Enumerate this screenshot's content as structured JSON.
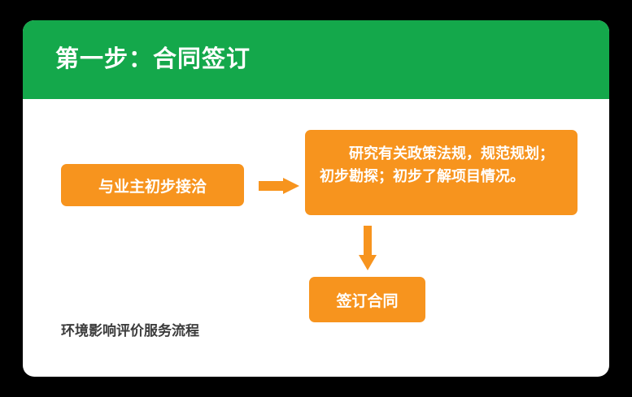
{
  "slide": {
    "header": {
      "title": "第一步：合同签订",
      "background_color": "#14a84b"
    },
    "accent_color": "#f7941e",
    "nodes": [
      {
        "id": "contact",
        "label": "与业主初步接洽"
      },
      {
        "id": "research",
        "label": "研究有关政策法规，规范规划；初步勘探；初步了解项目情况。"
      },
      {
        "id": "sign",
        "label": "签订合同"
      }
    ],
    "connectors": [
      {
        "id": "contact-to-research",
        "icon": "arrow-right-icon"
      },
      {
        "id": "research-to-sign",
        "icon": "arrow-down-icon"
      }
    ],
    "footer_caption": "环境影响评价服务流程"
  }
}
